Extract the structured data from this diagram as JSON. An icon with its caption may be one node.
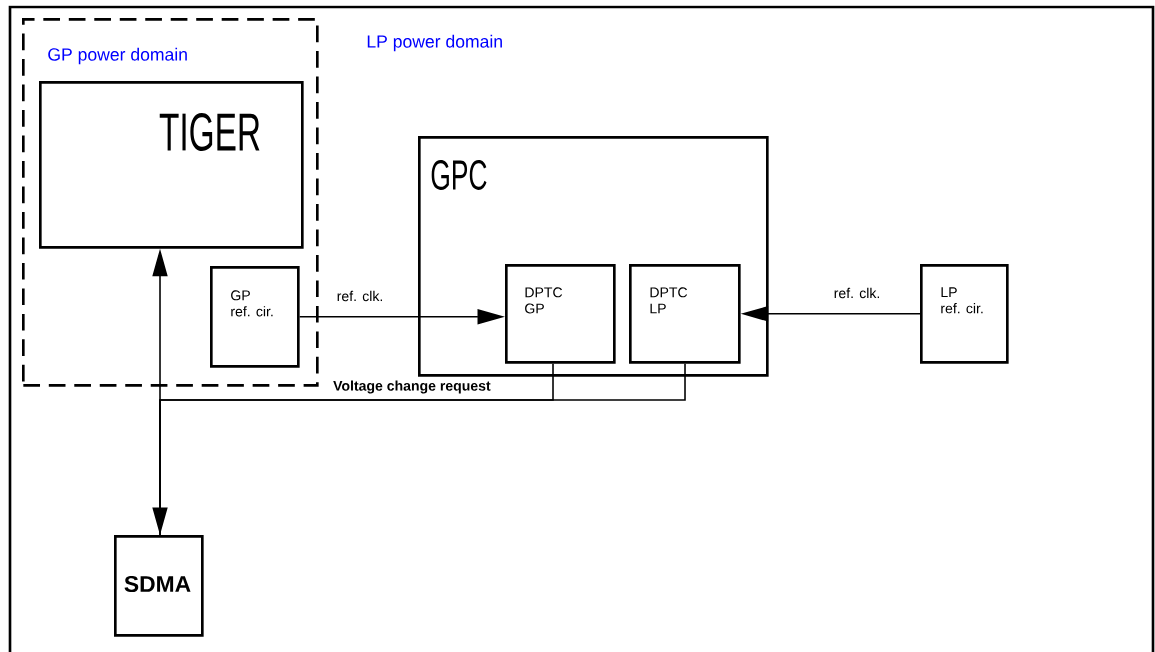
{
  "diagram": {
    "nodes": [
      {
        "text": [
          "LP power domain"
        ]
      },
      {
        "text": [
          "GP power domain"
        ],
        "in": 0
      },
      {
        "text": [
          "TIGER"
        ],
        "in": 1
      },
      {
        "text": [
          "GP ref. cir."
        ],
        "in": 1
      },
      {
        "text": [
          "GPC"
        ],
        "in": 0
      },
      {
        "text": [
          "DPTC GP"
        ],
        "in": 4
      },
      {
        "text": [
          "DPTC LP"
        ],
        "in": 4
      },
      {
        "text": [
          "LP ref. cir."
        ],
        "in": 0
      },
      {
        "text": [
          "SDMA"
        ],
        "in": 0
      }
    ],
    "edges": [
      {
        "from": 2,
        "to": 8,
        "arrow": "both"
      },
      {
        "from": 3,
        "to": 5,
        "arrow": "to",
        "label": "ref. clk."
      },
      {
        "from": 7,
        "to": 6,
        "arrow": "to",
        "label": "ref. clk."
      },
      {
        "from": 5,
        "to": 8,
        "arrow": "none",
        "label": "Voltage change request"
      },
      {
        "from": 6,
        "to": 8,
        "arrow": "none"
      }
    ]
  }
}
